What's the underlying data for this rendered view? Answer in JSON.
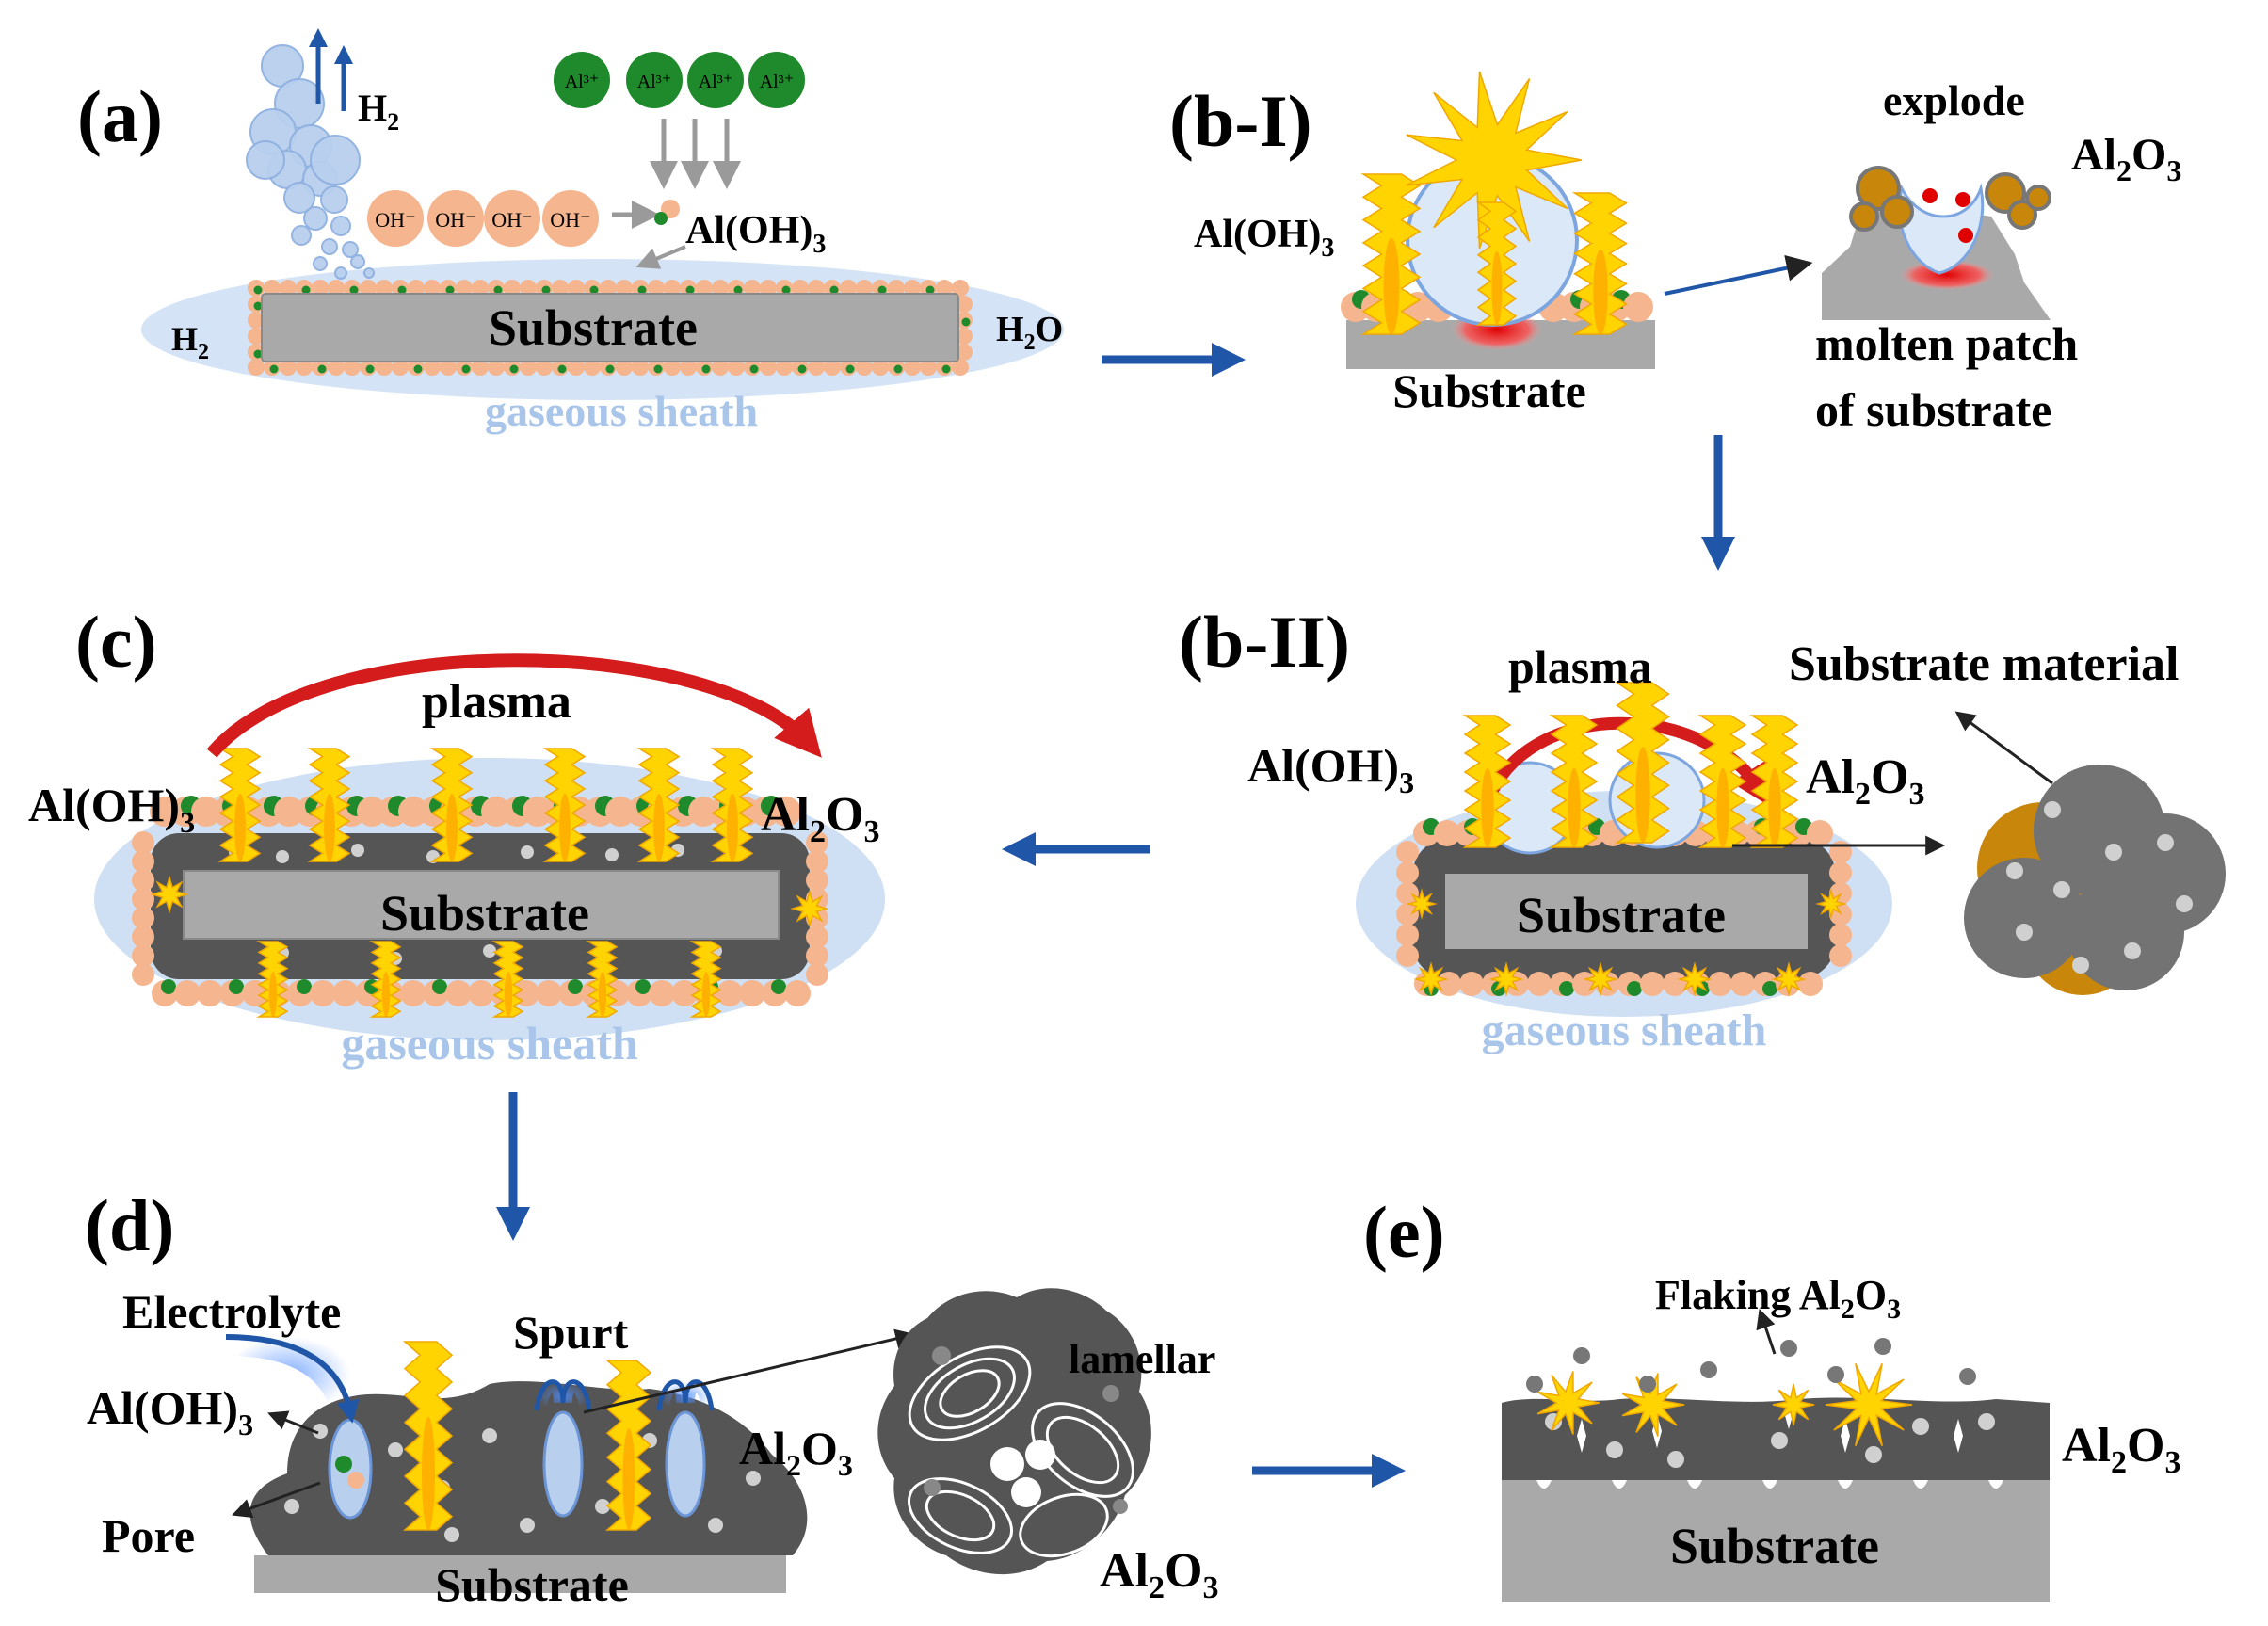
{
  "panels": {
    "a": {
      "tag": "(a)",
      "h2_top": "H",
      "h2_top_sub": "2",
      "al_ions": [
        "Al³⁺",
        "Al³⁺",
        "Al³⁺",
        "Al³⁺"
      ],
      "oh_ions": [
        "OH⁻",
        "OH⁻",
        "OH⁻",
        "OH⁻"
      ],
      "aloh3": "Al(OH)",
      "aloh3_sub": "3",
      "h2_left": "H",
      "h2_left_sub": "2",
      "h2o": "H",
      "h2o_sub": "2",
      "h2o_tail": "O",
      "substrate": "Substrate",
      "sheath": "gaseous sheath"
    },
    "b1": {
      "tag": "(b-I)",
      "aloh3": "Al(OH)",
      "aloh3_sub": "3",
      "substrate": "Substrate",
      "explode": "explode",
      "al2o3_a": "Al",
      "al2o3_sub1": "2",
      "al2o3_b": "O",
      "al2o3_sub2": "3",
      "molten_line1": "molten patch",
      "molten_line2": "of substrate"
    },
    "b2": {
      "tag": "(b-II)",
      "plasma": "plasma",
      "substrate_material": "Substrate material",
      "aloh3": "Al(OH)",
      "aloh3_sub": "3",
      "al2o3_a": "Al",
      "al2o3_sub1": "2",
      "al2o3_b": "O",
      "al2o3_sub2": "3",
      "substrate": "Substrate",
      "sheath": "gaseous sheath"
    },
    "c": {
      "tag": "(c)",
      "plasma": "plasma",
      "aloh3": "Al(OH)",
      "aloh3_sub": "3",
      "al2o3_a": "Al",
      "al2o3_sub1": "2",
      "al2o3_b": "O",
      "al2o3_sub2": "3",
      "substrate": "Substrate",
      "sheath": "gaseous sheath"
    },
    "d": {
      "tag": "(d)",
      "electrolyte": "Electrolyte",
      "spurt": "Spurt",
      "aloh3": "Al(OH)",
      "aloh3_sub": "3",
      "pore": "Pore",
      "al2o3_a": "Al",
      "al2o3_sub1": "2",
      "al2o3_b": "O",
      "al2o3_sub2": "3",
      "substrate": "Substrate",
      "lamellar": "lamellar",
      "al2o3_2_a": "Al",
      "al2o3_2_sub1": "2",
      "al2o3_2_b": "O",
      "al2o3_2_sub2": "3"
    },
    "e": {
      "tag": "(e)",
      "flaking": "Flaking Al",
      "flaking_sub1": "2",
      "flaking_b": "O",
      "flaking_sub2": "3",
      "al2o3_a": "Al",
      "al2o3_sub1": "2",
      "al2o3_b": "O",
      "al2o3_sub2": "3",
      "substrate": "Substrate"
    }
  },
  "colors": {
    "flow_arrow": "#1f56a8",
    "plasma_arrow": "#d41c1c",
    "substrate": "#a9a9a9",
    "oxide": "#555555",
    "sheath": "#cfe0f4",
    "oh_ion": "#f5b58e",
    "al_ion": "#1f8a2b",
    "spark": "#ffd400",
    "hydroxide_shell": "#c8860a",
    "h2_bubble": "#b8cfee"
  },
  "icons": [
    "spark-icon",
    "bubble-icon",
    "flow-arrow-icon",
    "plasma-arc-icon"
  ]
}
